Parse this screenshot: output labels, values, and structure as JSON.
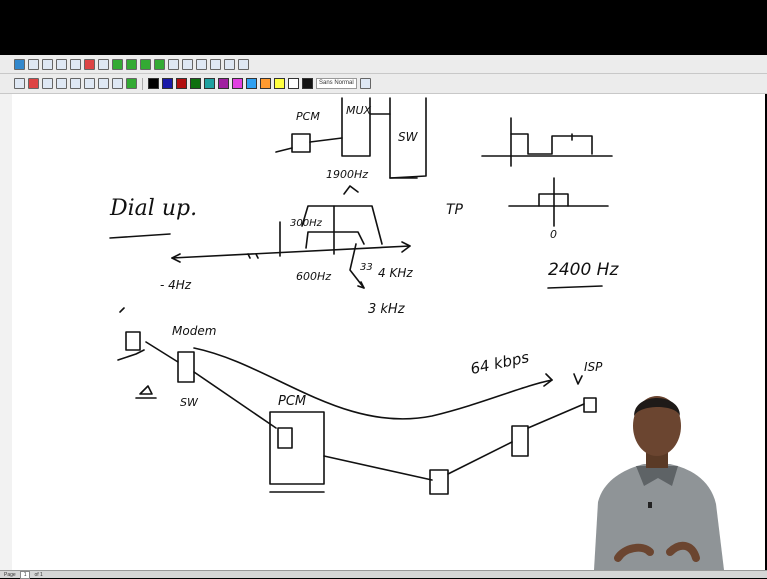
{
  "toolbar": {
    "font_label": "Sans Normal"
  },
  "notes": {
    "pcm_top": "PCM",
    "mux": "MUX",
    "sw_top": "SW",
    "dial_up": "Dial up.",
    "freq_1900": "1900Hz",
    "freq_300": "300Hz",
    "tp": "TP",
    "zero": "0",
    "neg_4k": "- 4Hz",
    "freq_600": "600Hz",
    "freq_33": "33",
    "freq_4k": "4 KHz",
    "freq_3k": "3 kHz",
    "hz_2400": "2400 Hz",
    "modem": "Modem",
    "sw_bottom": "SW",
    "pcm_bottom": "PCM",
    "kbps": "64 kbps",
    "isp": "ISP"
  },
  "status": {
    "page_label": "Page",
    "page_value": "1",
    "of_label": "of 1"
  }
}
